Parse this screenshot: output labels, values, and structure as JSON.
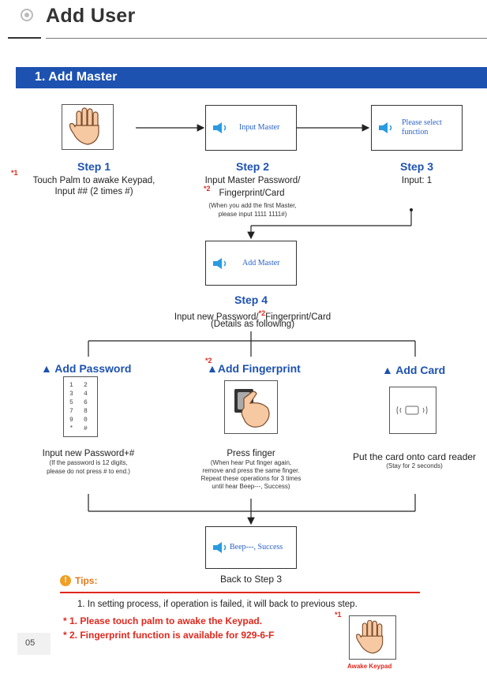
{
  "page": {
    "title": "Add User",
    "page_number": "05"
  },
  "section": {
    "title": "1. Add Master"
  },
  "screens": {
    "input_master": "Input Master",
    "please_select_function": "Please select function",
    "add_master": "Add Master",
    "beep_success": "Beep---, Success"
  },
  "steps": {
    "step1": {
      "label": "Step 1",
      "star": "*1",
      "lines": [
        "Touch Palm to awake Keypad,",
        "Input ## (2 times #)"
      ]
    },
    "step2": {
      "label": "Step 2",
      "line1": "Input Master Password/",
      "star": "*2",
      "line2": "Fingerprint/Card",
      "note1": "(When you add the first Master,",
      "note2": "please input 1111 1111#)"
    },
    "step3": {
      "label": "Step 3",
      "line1": "Input: 1"
    },
    "step4": {
      "label": "Step 4",
      "line1_a": "Input new Password/",
      "star": "*2",
      "line1_b": "Fingerprint/Card",
      "line2": "(Details as following)"
    }
  },
  "branches": {
    "password": {
      "title": "▲ Add Password",
      "keys": [
        "1",
        "2",
        "3",
        "4",
        "5",
        "6",
        "7",
        "8",
        "9",
        "0",
        "*",
        "#"
      ],
      "desc": "Input new Password+#",
      "note1": "(If the password is 12 digits,",
      "note2": "please do not  press # to end.)"
    },
    "fingerprint": {
      "star": "*2",
      "title": "▲Add Fingerprint",
      "desc": "Press finger",
      "notes": [
        "(When hear Put finger again,",
        "remove and press the same finger.",
        "Repeat these operations for 3 times",
        "until hear Beep---, Success)"
      ]
    },
    "card": {
      "title": "▲ Add Card",
      "desc": "Put the card onto card reader",
      "note": "(Stay for 2 seconds)"
    }
  },
  "back_to_step": "Back to Step 3",
  "tips": {
    "label": "Tips:",
    "note1": "1. In setting process, if operation is failed, it will back to previous step.",
    "red1": "* 1. Please touch palm to awake the Keypad.",
    "red2": "* 2. Fingerprint function is available for 929-6-F"
  },
  "awake": {
    "star": "*1",
    "caption": "Awake Keypad"
  },
  "colors": {
    "blue": "#1d52b0",
    "red": "#e0281e",
    "orange": "#e07a1d",
    "screen_text": "#2a62c7"
  }
}
